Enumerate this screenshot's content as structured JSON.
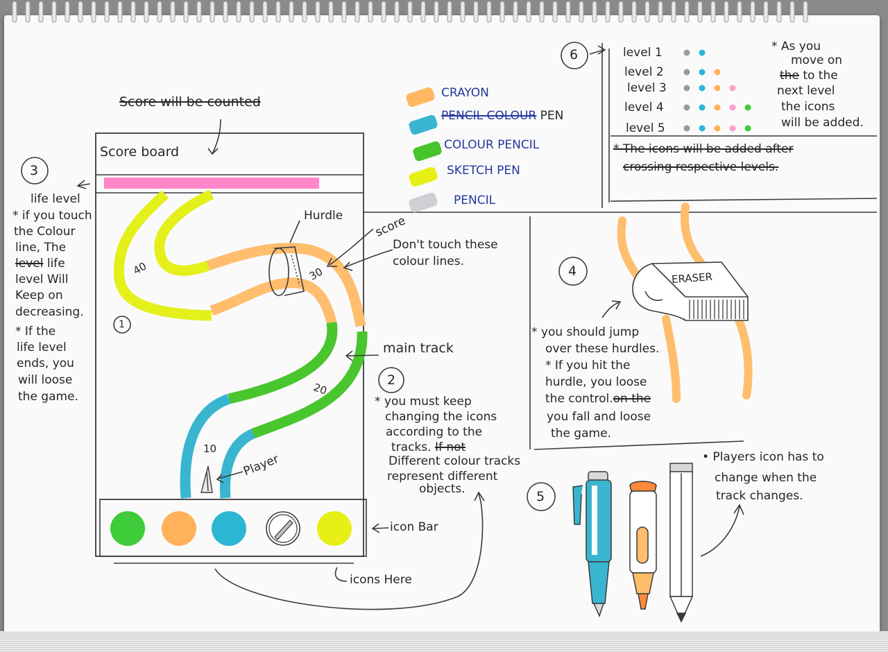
{
  "header": {
    "crossed_title": "Score will be counted",
    "scoreboard_label": "Score board"
  },
  "left_notes": {
    "section_num": "3",
    "life_label": "life level",
    "note1_lines": [
      "* if you touch",
      "the Colour",
      "line, The"
    ],
    "note1_struck": "level",
    "note1_rest_first": "life",
    "note1_more": [
      "level Will",
      "Keep on",
      "decreasing."
    ],
    "note2_lines": [
      "* If the",
      "life level",
      "ends, you",
      "will loose",
      "the game."
    ]
  },
  "legend": {
    "items": [
      {
        "label": "CRAYON",
        "color": "#ffb862"
      },
      {
        "label": "PENCIL COLOUR",
        "extra": "PEN",
        "color": "#3ab5cf"
      },
      {
        "label": "COLOUR PENCIL",
        "color": "#47c32c"
      },
      {
        "label": "SKETCH PEN",
        "color": "#e6f016"
      },
      {
        "label": "PENCIL",
        "color": "#cfd0d6"
      }
    ]
  },
  "levels": {
    "section_num": "6",
    "rows": [
      {
        "label": "level 1",
        "dots": [
          "#9a9a9a",
          "#2bb7d4"
        ]
      },
      {
        "label": "level 2",
        "dots": [
          "#9a9a9a",
          "#2bb7d4",
          "#ffb25a"
        ]
      },
      {
        "label": "level 3",
        "dots": [
          "#9a9a9a",
          "#2bb7d4",
          "#ffb25a",
          "#ff9fce"
        ]
      },
      {
        "label": "level 4",
        "dots": [
          "#9a9a9a",
          "#2bb7d4",
          "#ffb25a",
          "#ff9fce",
          "#3fcc3a"
        ]
      },
      {
        "label": "level 5",
        "dots": [
          "#9a9a9a",
          "#2bb7d4",
          "#ffb25a",
          "#ff9fce",
          "#3fcc3a"
        ]
      }
    ],
    "note_lines": [
      "* As you",
      "move on",
      "to the",
      "next level",
      "the icons",
      "will be added."
    ],
    "note_struck_word": "the",
    "crossed_note": "* The icons will be added after",
    "crossed_note2": "crossing respective levels."
  },
  "game": {
    "track_labels": [
      "40",
      "30",
      "20",
      "10"
    ],
    "player_label": "Player",
    "hurdle_label": "Hurdle",
    "score_label": "score",
    "dont_touch": [
      "Don't touch these",
      "colour lines."
    ],
    "main_track": "main track",
    "circle1": "1",
    "icon_bar_label": "icon Bar",
    "icons_here": "icons Here",
    "life_bar_color": "#ff86c8",
    "icon_colors": [
      "#3fcc3a",
      "#ffb25a",
      "#2bb7d4",
      "pencil-icon",
      "#e6f016"
    ]
  },
  "section2": {
    "num": "2",
    "lines": [
      "* you must keep",
      "changing the icons",
      "according to the",
      "tracks."
    ],
    "struck": "If not",
    "lines2": [
      "Different colour tracks",
      "represent different",
      "objects."
    ]
  },
  "section4": {
    "num": "4",
    "eraser_label": "ERASER",
    "lines": [
      "* you should jump",
      "over these hurdles.",
      "* If you hit the",
      "hurdle, you loose"
    ],
    "line5": "the control.",
    "line5_struck": "on the",
    "lines2": [
      "you fall and loose",
      "the game."
    ]
  },
  "section5": {
    "num": "5",
    "note_lines": [
      "• Players icon has to",
      "change when the",
      "track changes."
    ]
  }
}
